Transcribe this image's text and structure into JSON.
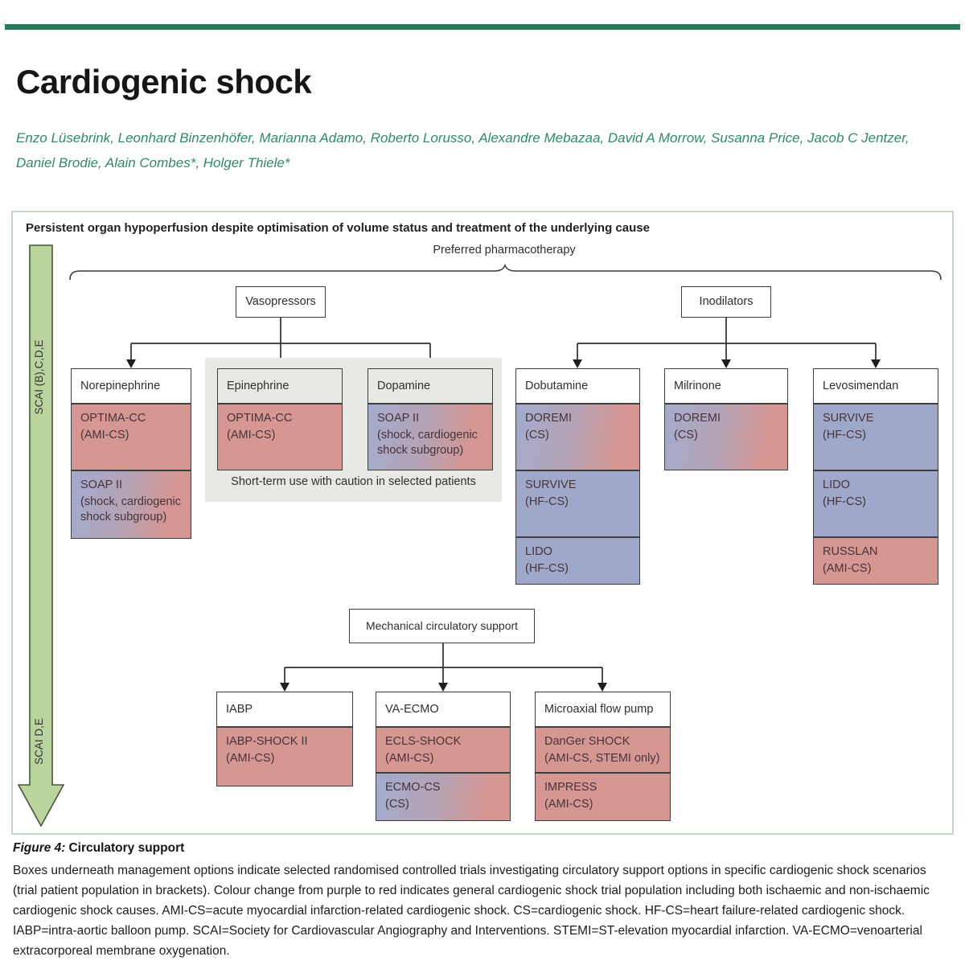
{
  "page": {
    "title": "Cardiogenic shock",
    "authors_line1": "Enzo Lüsebrink, Leonhard Binzenhöfer, Marianna Adamo, Roberto Lorusso, Alexandre Mebazaa, David A Morrow, Susanna Price, Jacob C Jentzer,",
    "authors_line2": "Daniel Brodie, Alain Combes*, Holger Thiele*"
  },
  "figure": {
    "banner": "Persistent organ hypoperfusion despite optimisation of volume status and treatment of the underlying cause",
    "pharmacotherapy_label": "Preferred pharmacotherapy",
    "scai_arrow": {
      "top_label": "SCAI (B),C,D,E",
      "bottom_label": "SCAI D,E"
    },
    "vasopressors": {
      "label": "Vasopressors",
      "caution_note": "Short-term use with caution in selected patients",
      "columns": [
        {
          "header": "Norepinephrine",
          "trials": [
            {
              "name": "OPTIMA-CC",
              "population": "(AMI-CS)",
              "color": "red"
            },
            {
              "name": "SOAP II",
              "population": "(shock, cardiogenic shock subgroup)",
              "color": "purple-to-red"
            }
          ]
        },
        {
          "header": "Epinephrine",
          "trials": [
            {
              "name": "OPTIMA-CC",
              "population": "(AMI-CS)",
              "color": "red"
            }
          ]
        },
        {
          "header": "Dopamine",
          "trials": [
            {
              "name": "SOAP II",
              "population": "(shock, cardiogenic shock subgroup)",
              "color": "purple-to-red"
            }
          ]
        }
      ]
    },
    "inodilators": {
      "label": "Inodilators",
      "columns": [
        {
          "header": "Dobutamine",
          "trials": [
            {
              "name": "DOREMI",
              "population": "(CS)",
              "color": "purple-to-red"
            },
            {
              "name": "SURVIVE",
              "population": "(HF-CS)",
              "color": "purple"
            },
            {
              "name": "LIDO",
              "population": "(HF-CS)",
              "color": "purple"
            }
          ]
        },
        {
          "header": "Milrinone",
          "trials": [
            {
              "name": "DOREMI",
              "population": "(CS)",
              "color": "purple-to-red"
            }
          ]
        },
        {
          "header": "Levosimendan",
          "trials": [
            {
              "name": "SURVIVE",
              "population": "(HF-CS)",
              "color": "purple"
            },
            {
              "name": "LIDO",
              "population": "(HF-CS)",
              "color": "purple"
            },
            {
              "name": "RUSSLAN",
              "population": "(AMI-CS)",
              "color": "red"
            }
          ]
        }
      ]
    },
    "mechanical_support": {
      "label": "Mechanical circulatory support",
      "columns": [
        {
          "header": "IABP",
          "trials": [
            {
              "name": "IABP-SHOCK II",
              "population": "(AMI-CS)",
              "color": "red"
            }
          ]
        },
        {
          "header": "VA-ECMO",
          "trials": [
            {
              "name": "ECLS-SHOCK",
              "population": "(AMI-CS)",
              "color": "red"
            },
            {
              "name": "ECMO-CS",
              "population": "(CS)",
              "color": "purple-to-red"
            }
          ]
        },
        {
          "header": "Microaxial flow pump",
          "trials": [
            {
              "name": "DanGer SHOCK",
              "population": "(AMI-CS, STEMI only)",
              "color": "red"
            },
            {
              "name": "IMPRESS",
              "population": "(AMI-CS)",
              "color": "red"
            }
          ]
        }
      ]
    },
    "colors": {
      "trial_red": "#d69692",
      "trial_purple": "#9fa8cb",
      "gradient_start": "#a3abce",
      "gradient_end": "#d69692",
      "scai_arrow_green": "#b9d49c",
      "panel_border_green": "#c5d6c5",
      "caution_panel_gray": "#e7e9e5",
      "topbar_green": "#27795a",
      "author_green": "#2f8a6a"
    }
  },
  "caption": {
    "label": "Figure 4:",
    "title": "Circulatory support",
    "body": "Boxes underneath management options indicate selected randomised controlled trials investigating circulatory support options in specific cardiogenic shock scenarios (trial patient population in brackets). Colour change from purple to red indicates general cardiogenic shock trial population including both ischaemic and non-ischaemic cardiogenic shock causes. AMI-CS=acute myocardial infarction-related cardiogenic shock. CS=cardiogenic shock. HF-CS=heart failure-related cardiogenic shock. IABP=intra-aortic balloon pump. SCAI=Society for Cardiovascular Angiography and Interventions. STEMI=ST-elevation myocardial infarction. VA-ECMO=venoarterial extracorporeal membrane oxygenation."
  }
}
